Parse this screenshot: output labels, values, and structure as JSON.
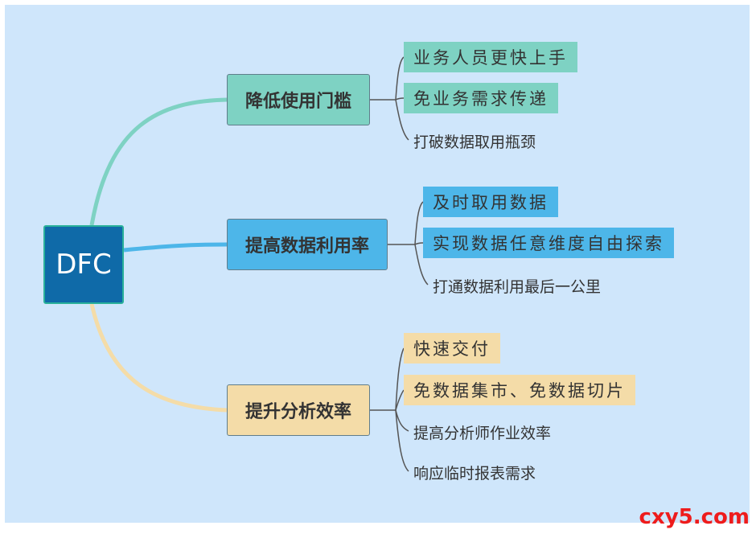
{
  "root": {
    "label": "DFC"
  },
  "colors": {
    "teal": "#7ed2c3",
    "blue": "#4db6e9",
    "sand": "#f4dca8",
    "root": "#0f6aa8",
    "watermark": "#ee1c1c"
  },
  "branches": [
    {
      "label": "降低使用门槛",
      "leaves": [
        "业务人员更快上手",
        "免业务需求传递",
        "打破数据取用瓶颈"
      ]
    },
    {
      "label": "提高数据利用率",
      "leaves": [
        "及时取用数据",
        "实现数据任意维度自由探索",
        "打通数据利用最后一公里"
      ]
    },
    {
      "label": "提升分析效率",
      "leaves": [
        "快速交付",
        "免数据集市、免数据切片",
        "提高分析师作业效率",
        "响应临时报表需求"
      ]
    }
  ],
  "watermark": "cxy5.com"
}
